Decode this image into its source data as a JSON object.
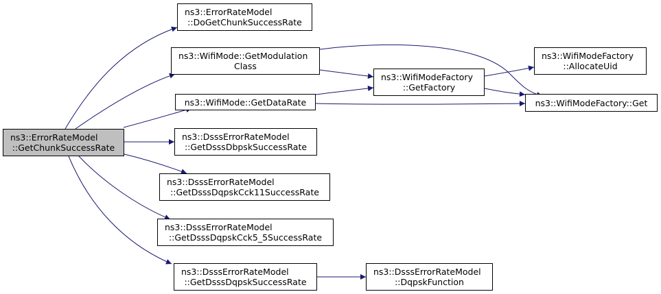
{
  "colors": {
    "edge": "#191970",
    "start_fill": "#bfbfbf",
    "node_fill": "#ffffff",
    "border": "#000000"
  },
  "nodes": {
    "get_chunk": {
      "line1": "ns3::ErrorRateModel",
      "line2": "::GetChunkSuccessRate"
    },
    "do_get_chunk": {
      "line1": "ns3::ErrorRateModel",
      "line2": "::DoGetChunkSuccessRate"
    },
    "get_modulation_class": {
      "line1": "ns3::WifiMode::GetModulation",
      "line2": "Class"
    },
    "get_data_rate": {
      "line1": "ns3::WifiMode::GetDataRate"
    },
    "get_factory": {
      "line1": "ns3::WifiModeFactory",
      "line2": "::GetFactory"
    },
    "allocate_uid": {
      "line1": "ns3::WifiModeFactory",
      "line2": "::AllocateUid"
    },
    "factory_get": {
      "line1": "ns3::WifiModeFactory::Get"
    },
    "dbpsk": {
      "line1": "ns3::DsssErrorRateModel",
      "line2": "::GetDsssDbpskSuccessRate"
    },
    "cck11": {
      "line1": "ns3::DsssErrorRateModel",
      "line2": "::GetDsssDqpskCck11SuccessRate"
    },
    "cck5": {
      "line1": "ns3::DsssErrorRateModel",
      "line2": "::GetDsssDqpskCck5_5SuccessRate"
    },
    "dqpsk": {
      "line1": "ns3::DsssErrorRateModel",
      "line2": "::GetDsssDqpskSuccessRate"
    },
    "dqpsk_function": {
      "line1": "ns3::DsssErrorRateModel",
      "line2": "::DqpskFunction"
    }
  },
  "edges": [
    [
      "get_chunk",
      "do_get_chunk"
    ],
    [
      "get_chunk",
      "get_modulation_class"
    ],
    [
      "get_chunk",
      "get_data_rate"
    ],
    [
      "get_chunk",
      "dbpsk"
    ],
    [
      "get_chunk",
      "cck11"
    ],
    [
      "get_chunk",
      "cck5"
    ],
    [
      "get_chunk",
      "dqpsk"
    ],
    [
      "get_modulation_class",
      "get_factory"
    ],
    [
      "get_modulation_class",
      "factory_get"
    ],
    [
      "get_data_rate",
      "get_factory"
    ],
    [
      "get_data_rate",
      "factory_get"
    ],
    [
      "get_factory",
      "allocate_uid"
    ],
    [
      "get_factory",
      "factory_get"
    ],
    [
      "dqpsk",
      "dqpsk_function"
    ]
  ]
}
